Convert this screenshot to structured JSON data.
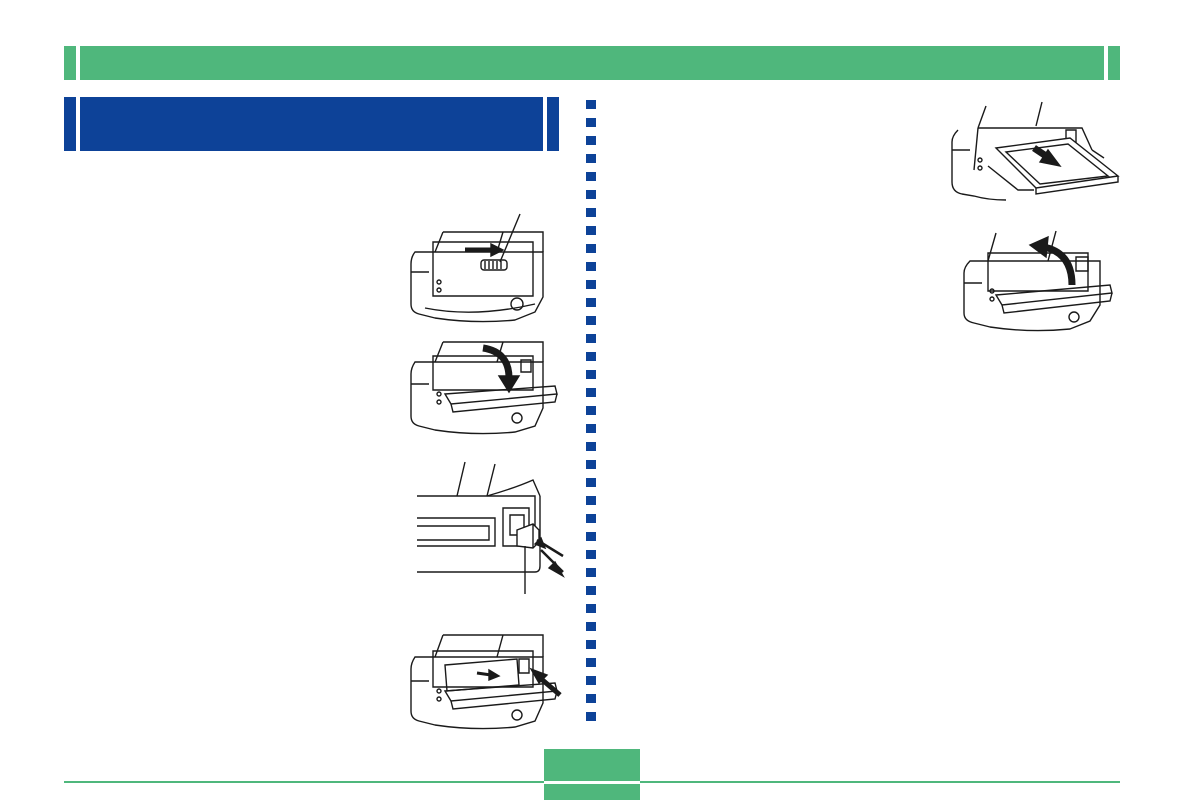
{
  "page": {
    "colors": {
      "header_green": "#4fb77c",
      "section_blue": "#0d4298",
      "divider_blue": "#0d4298",
      "line_art": "#1a1a1a"
    },
    "illustrations": [
      {
        "id": "open-slot-cover",
        "icon": "arrow-right-icon"
      },
      {
        "id": "cover-swing-down",
        "icon": "arrow-down-curved-icon"
      },
      {
        "id": "eject-button-detail",
        "icon": "arrow-push-icon"
      },
      {
        "id": "insert-card",
        "icon": "arrow-push-icon"
      },
      {
        "id": "remove-card",
        "icon": "arrow-out-icon"
      },
      {
        "id": "close-slot-cover",
        "icon": "arrow-up-curved-icon"
      }
    ]
  }
}
